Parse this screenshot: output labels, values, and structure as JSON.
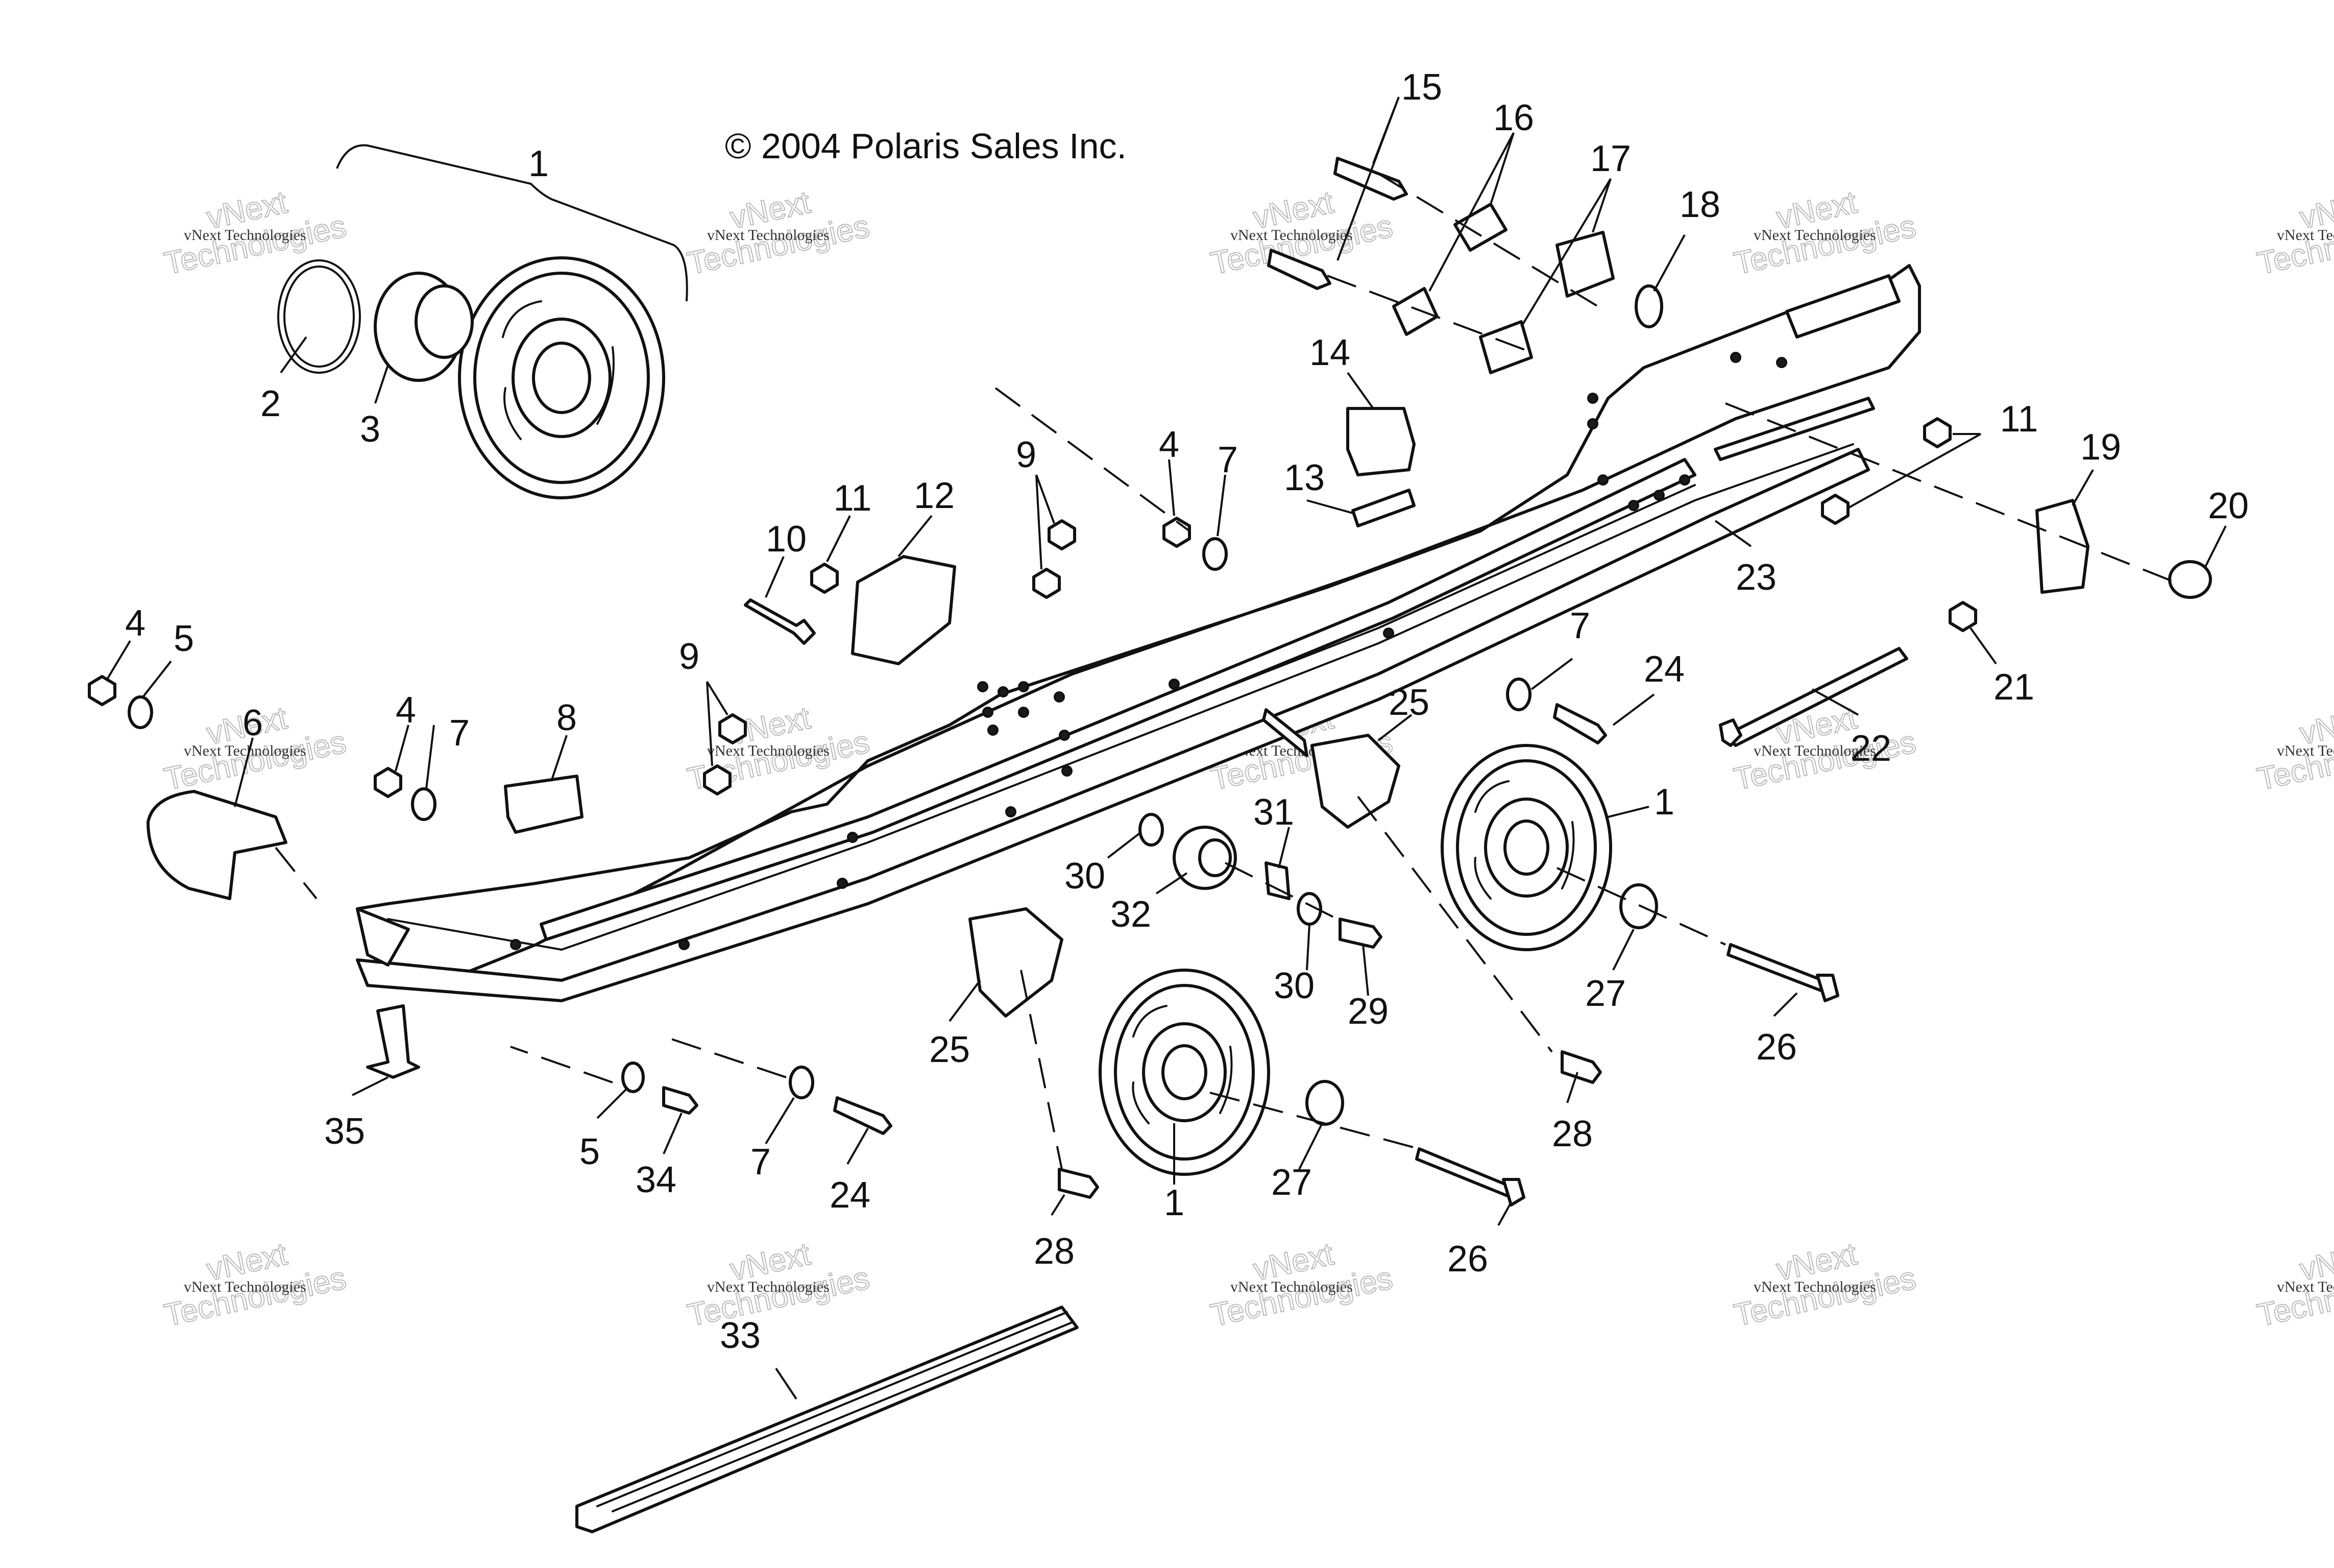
{
  "copyright": "© 2004 Polaris Sales Inc.",
  "watermark": {
    "small": "vNext Technologies",
    "big_line1": "vNext",
    "big_line2": "Technologies"
  },
  "callouts": [
    "1",
    "2",
    "3",
    "4",
    "5",
    "6",
    "7",
    "8",
    "9",
    "10",
    "11",
    "12",
    "13",
    "14",
    "15",
    "16",
    "17",
    "18",
    "19",
    "20",
    "21",
    "22",
    "23",
    "24",
    "25",
    "26",
    "27",
    "28",
    "29",
    "30",
    "31",
    "32",
    "33",
    "34",
    "35"
  ],
  "colors": {
    "line": "#111111",
    "background": "#ffffff",
    "watermark": "#bbbbbb"
  }
}
